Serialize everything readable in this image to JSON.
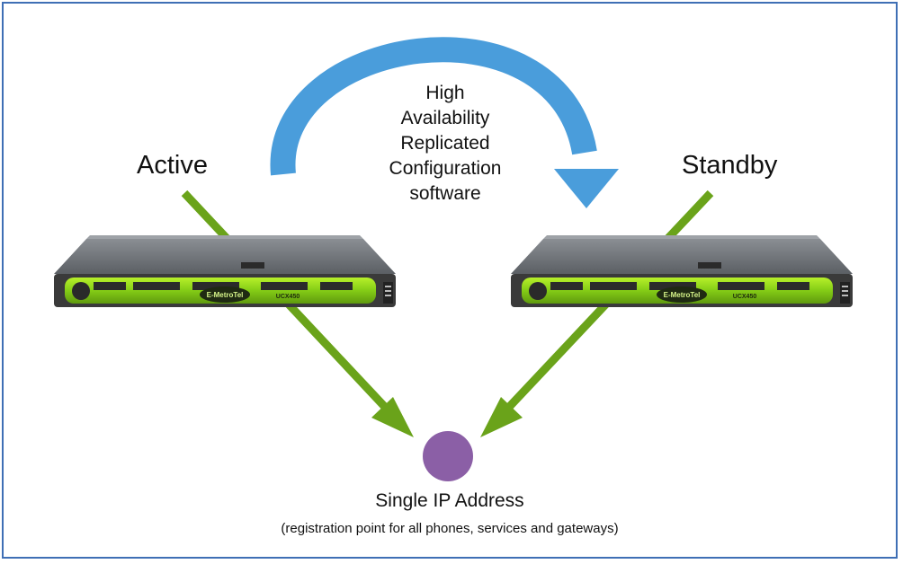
{
  "labels": {
    "active": "Active",
    "standby": "Standby",
    "software": [
      "High",
      "Availability",
      "Replicated",
      "Configuration",
      "software"
    ],
    "ip_title": "Single IP Address",
    "ip_subtitle": "(registration point for all phones, services and gateways)"
  },
  "servers": [
    {
      "role": "active",
      "brand": "E-MetroTel",
      "model": "UCX450"
    },
    {
      "role": "standby",
      "brand": "E-MetroTel",
      "model": "UCX450"
    }
  ],
  "colors": {
    "frame": "#3f6fb5",
    "replication_arrow": "#4a9ddb",
    "network_arrows": "#6aa31a",
    "ip_node": "#8b5fa6",
    "server_bezel": "#84cc16",
    "server_chassis": "#4a4a4a"
  }
}
